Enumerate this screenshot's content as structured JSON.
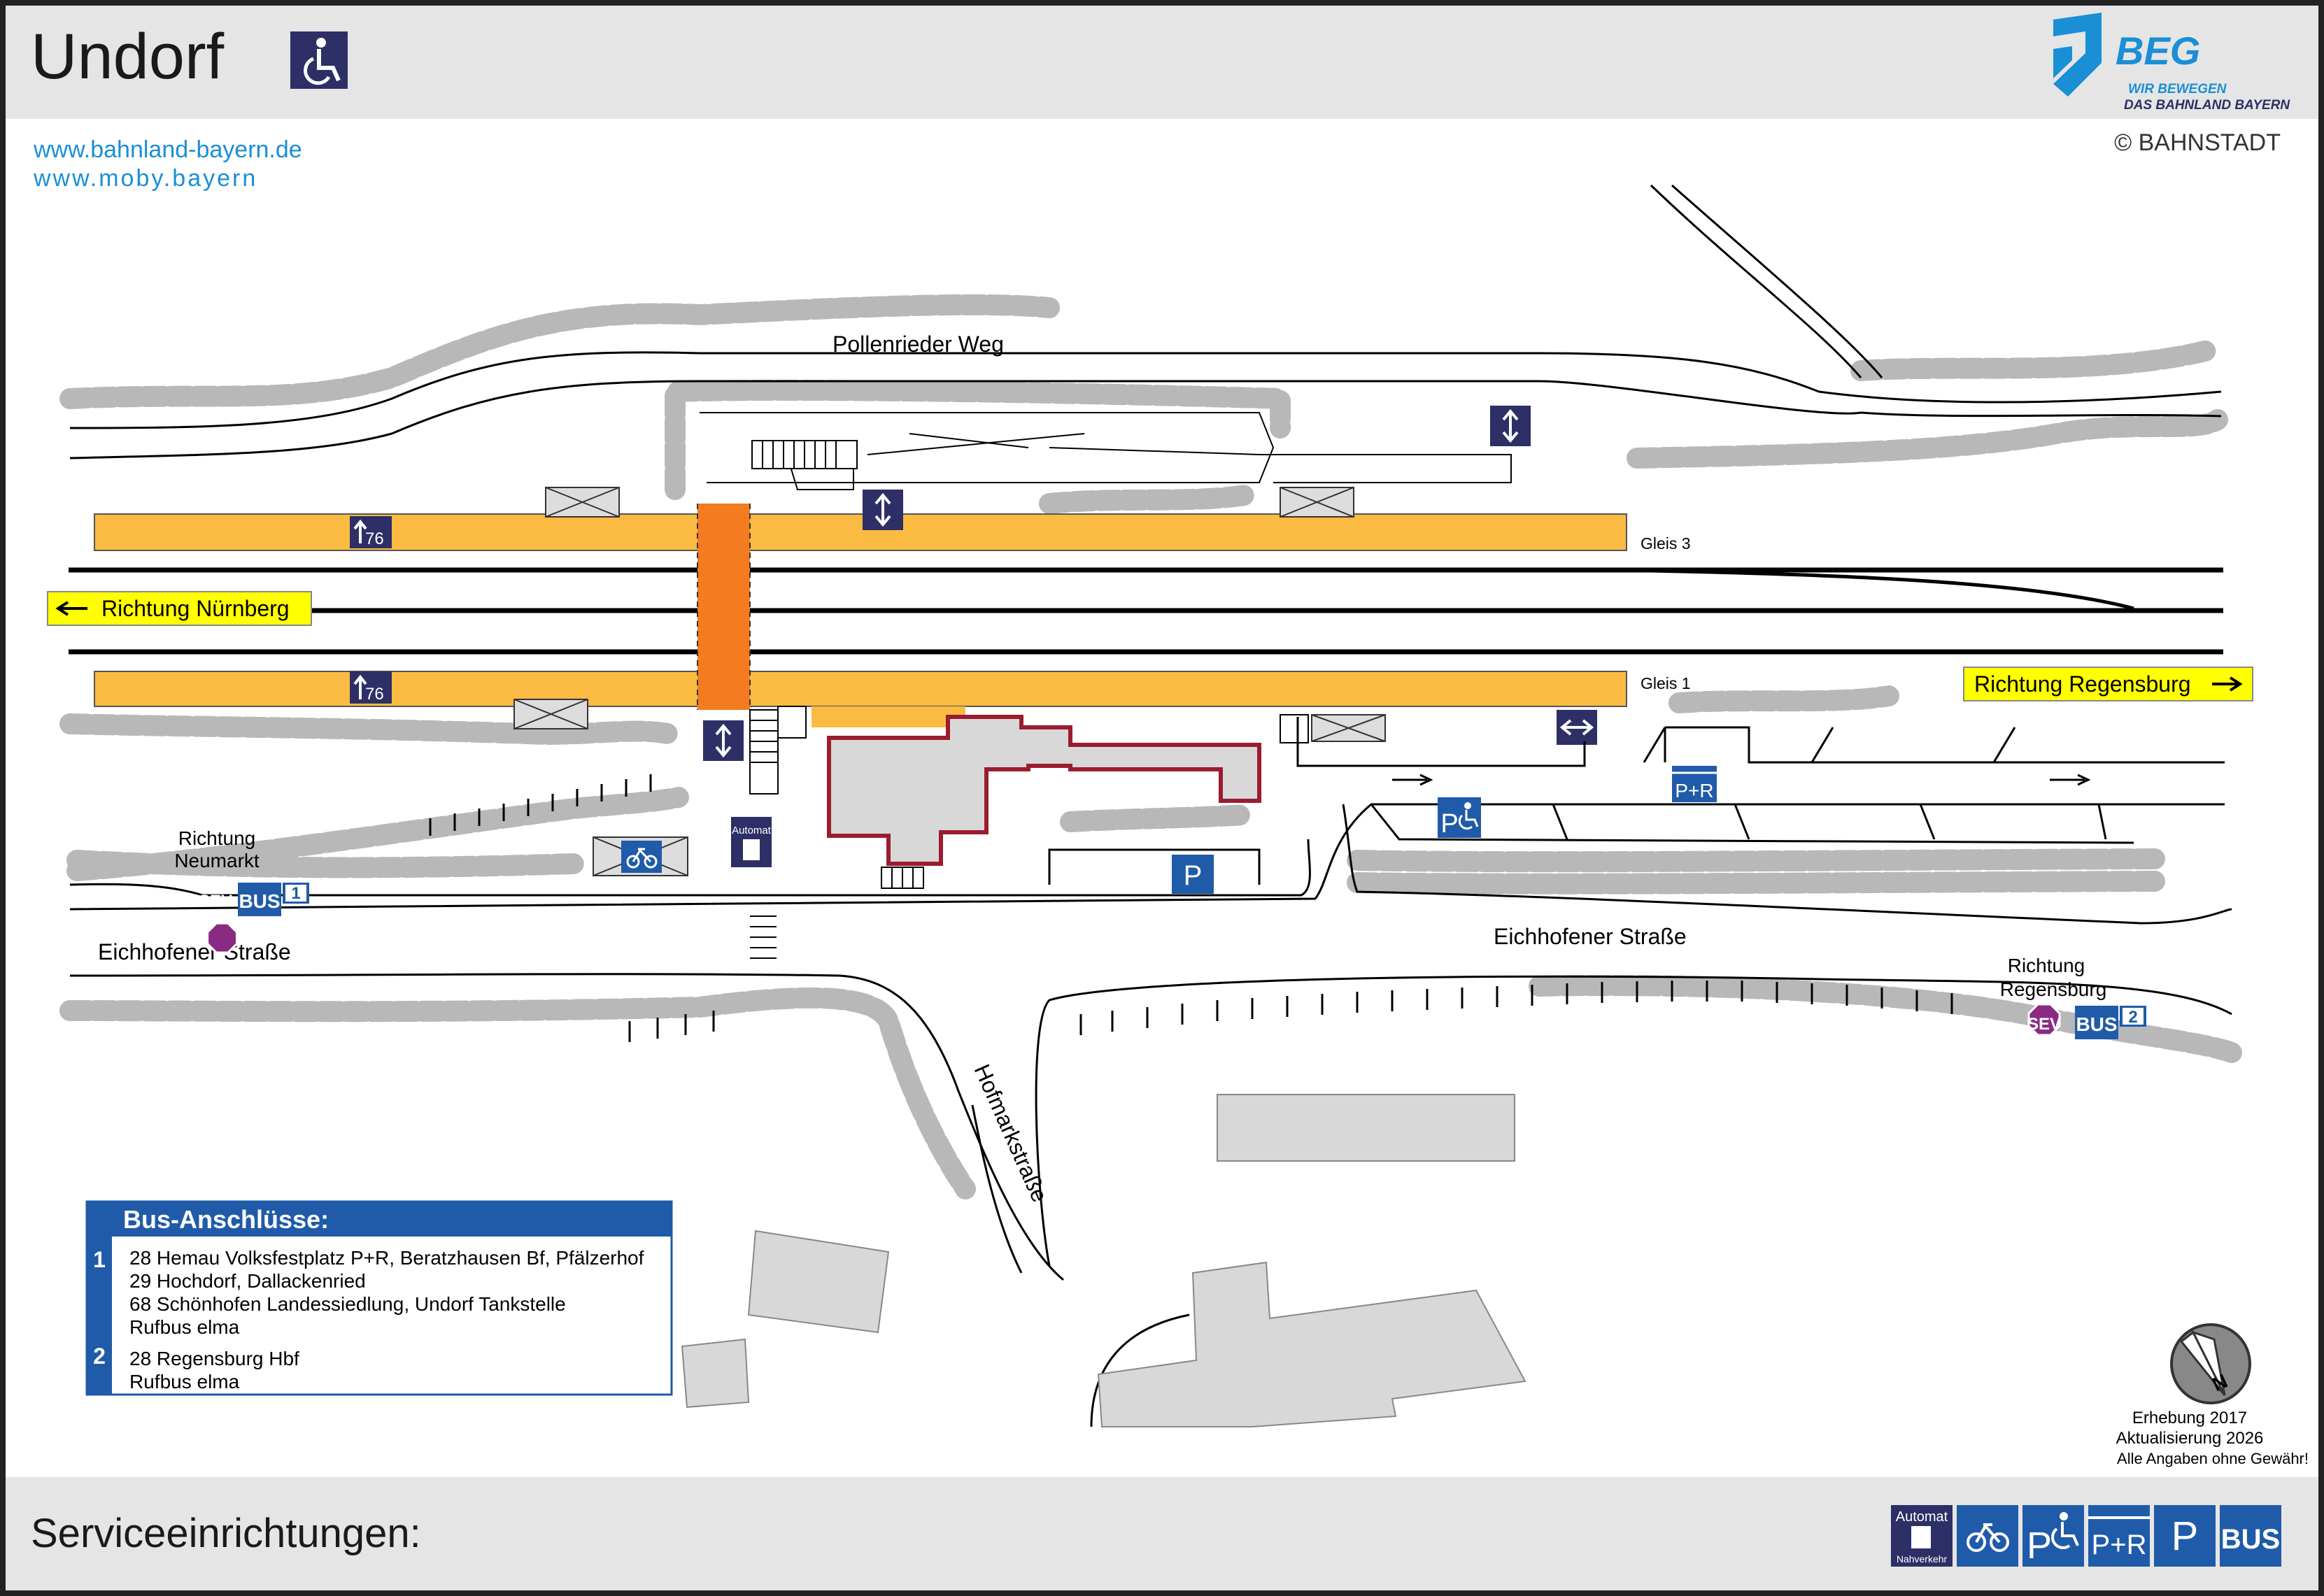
{
  "header": {
    "station_name": "Undorf",
    "brand_name": "BEG",
    "brand_tagline_1": "WIR BEWEGEN",
    "brand_tagline_2": "DAS BAHNLAND BAYERN",
    "link_1": "www.bahnland-bayern.de",
    "link_2": "www.moby.bayern",
    "copyright": "© BAHNSTADT",
    "accessibility_icon": "wheelchair-icon"
  },
  "map": {
    "streets": {
      "pollenrieder_weg": "Pollenrieder Weg",
      "eichhofener_left": "Eichhofener Straße",
      "eichhofener_right": "Eichhofener Straße",
      "hofmarkstrasse": "Hofmarkstraße"
    },
    "tracks": {
      "gleis_3": "Gleis 3",
      "gleis_1": "Gleis 1",
      "dir_nuernberg": "Richtung Nürnberg",
      "dir_regensburg": "Richtung Regensburg"
    },
    "platform_height": "76",
    "stops": {
      "left_dir_line1": "Richtung",
      "left_dir_line2": "Neumarkt",
      "left_bus_number": "1",
      "right_dir_line1": "Richtung",
      "right_dir_line2": "Regensburg",
      "right_bus_number": "2",
      "sev_label": "SEV",
      "bus_label": "BUS"
    },
    "labels": {
      "automat": "Automat",
      "parking": "P",
      "park_ride": "P+R",
      "disabled_parking": "P"
    }
  },
  "bus_connections": {
    "title": "Bus-Anschlüsse:",
    "groups": [
      {
        "number": "1",
        "lines": [
          "28 Hemau Volksfestplatz P+R, Beratzhausen Bf, Pfälzerhof",
          "29 Hochdorf, Dallackenried",
          "68 Schönhofen Landessiedlung, Undorf Tankstelle",
          "Rufbus elma"
        ]
      },
      {
        "number": "2",
        "lines": [
          "28 Regensburg Hbf",
          "Rufbus elma"
        ]
      }
    ]
  },
  "footer_notes": {
    "survey": "Erhebung 2017",
    "update": "Aktualisierung 2026",
    "disclaimer": "Alle Angaben ohne Gewähr!"
  },
  "footer": {
    "label": "Serviceeinrichtungen:",
    "services": [
      {
        "icon": "ticket-machine-icon",
        "top": "Automat",
        "bottom": "Nahverkehr"
      },
      {
        "icon": "bicycle-icon"
      },
      {
        "icon": "disabled-parking-icon",
        "label": "P"
      },
      {
        "icon": "park-and-ride-icon",
        "label": "P+R"
      },
      {
        "icon": "parking-icon",
        "label": "P"
      },
      {
        "icon": "bus-icon",
        "label": "BUS"
      }
    ]
  },
  "colors": {
    "header_bg": "#e5e5e5",
    "platform": "#fbbb43",
    "bridge": "#f47b20",
    "service_blue": "#1f5ba8",
    "navy": "#2d2f66",
    "sev_purple": "#8b2a83",
    "building_outline": "#9b1c30",
    "building_fill": "#d8d8d8",
    "link_blue": "#1a8fd6",
    "vegetation": "#b8b8b8",
    "label_yellow": "#ffff00"
  }
}
